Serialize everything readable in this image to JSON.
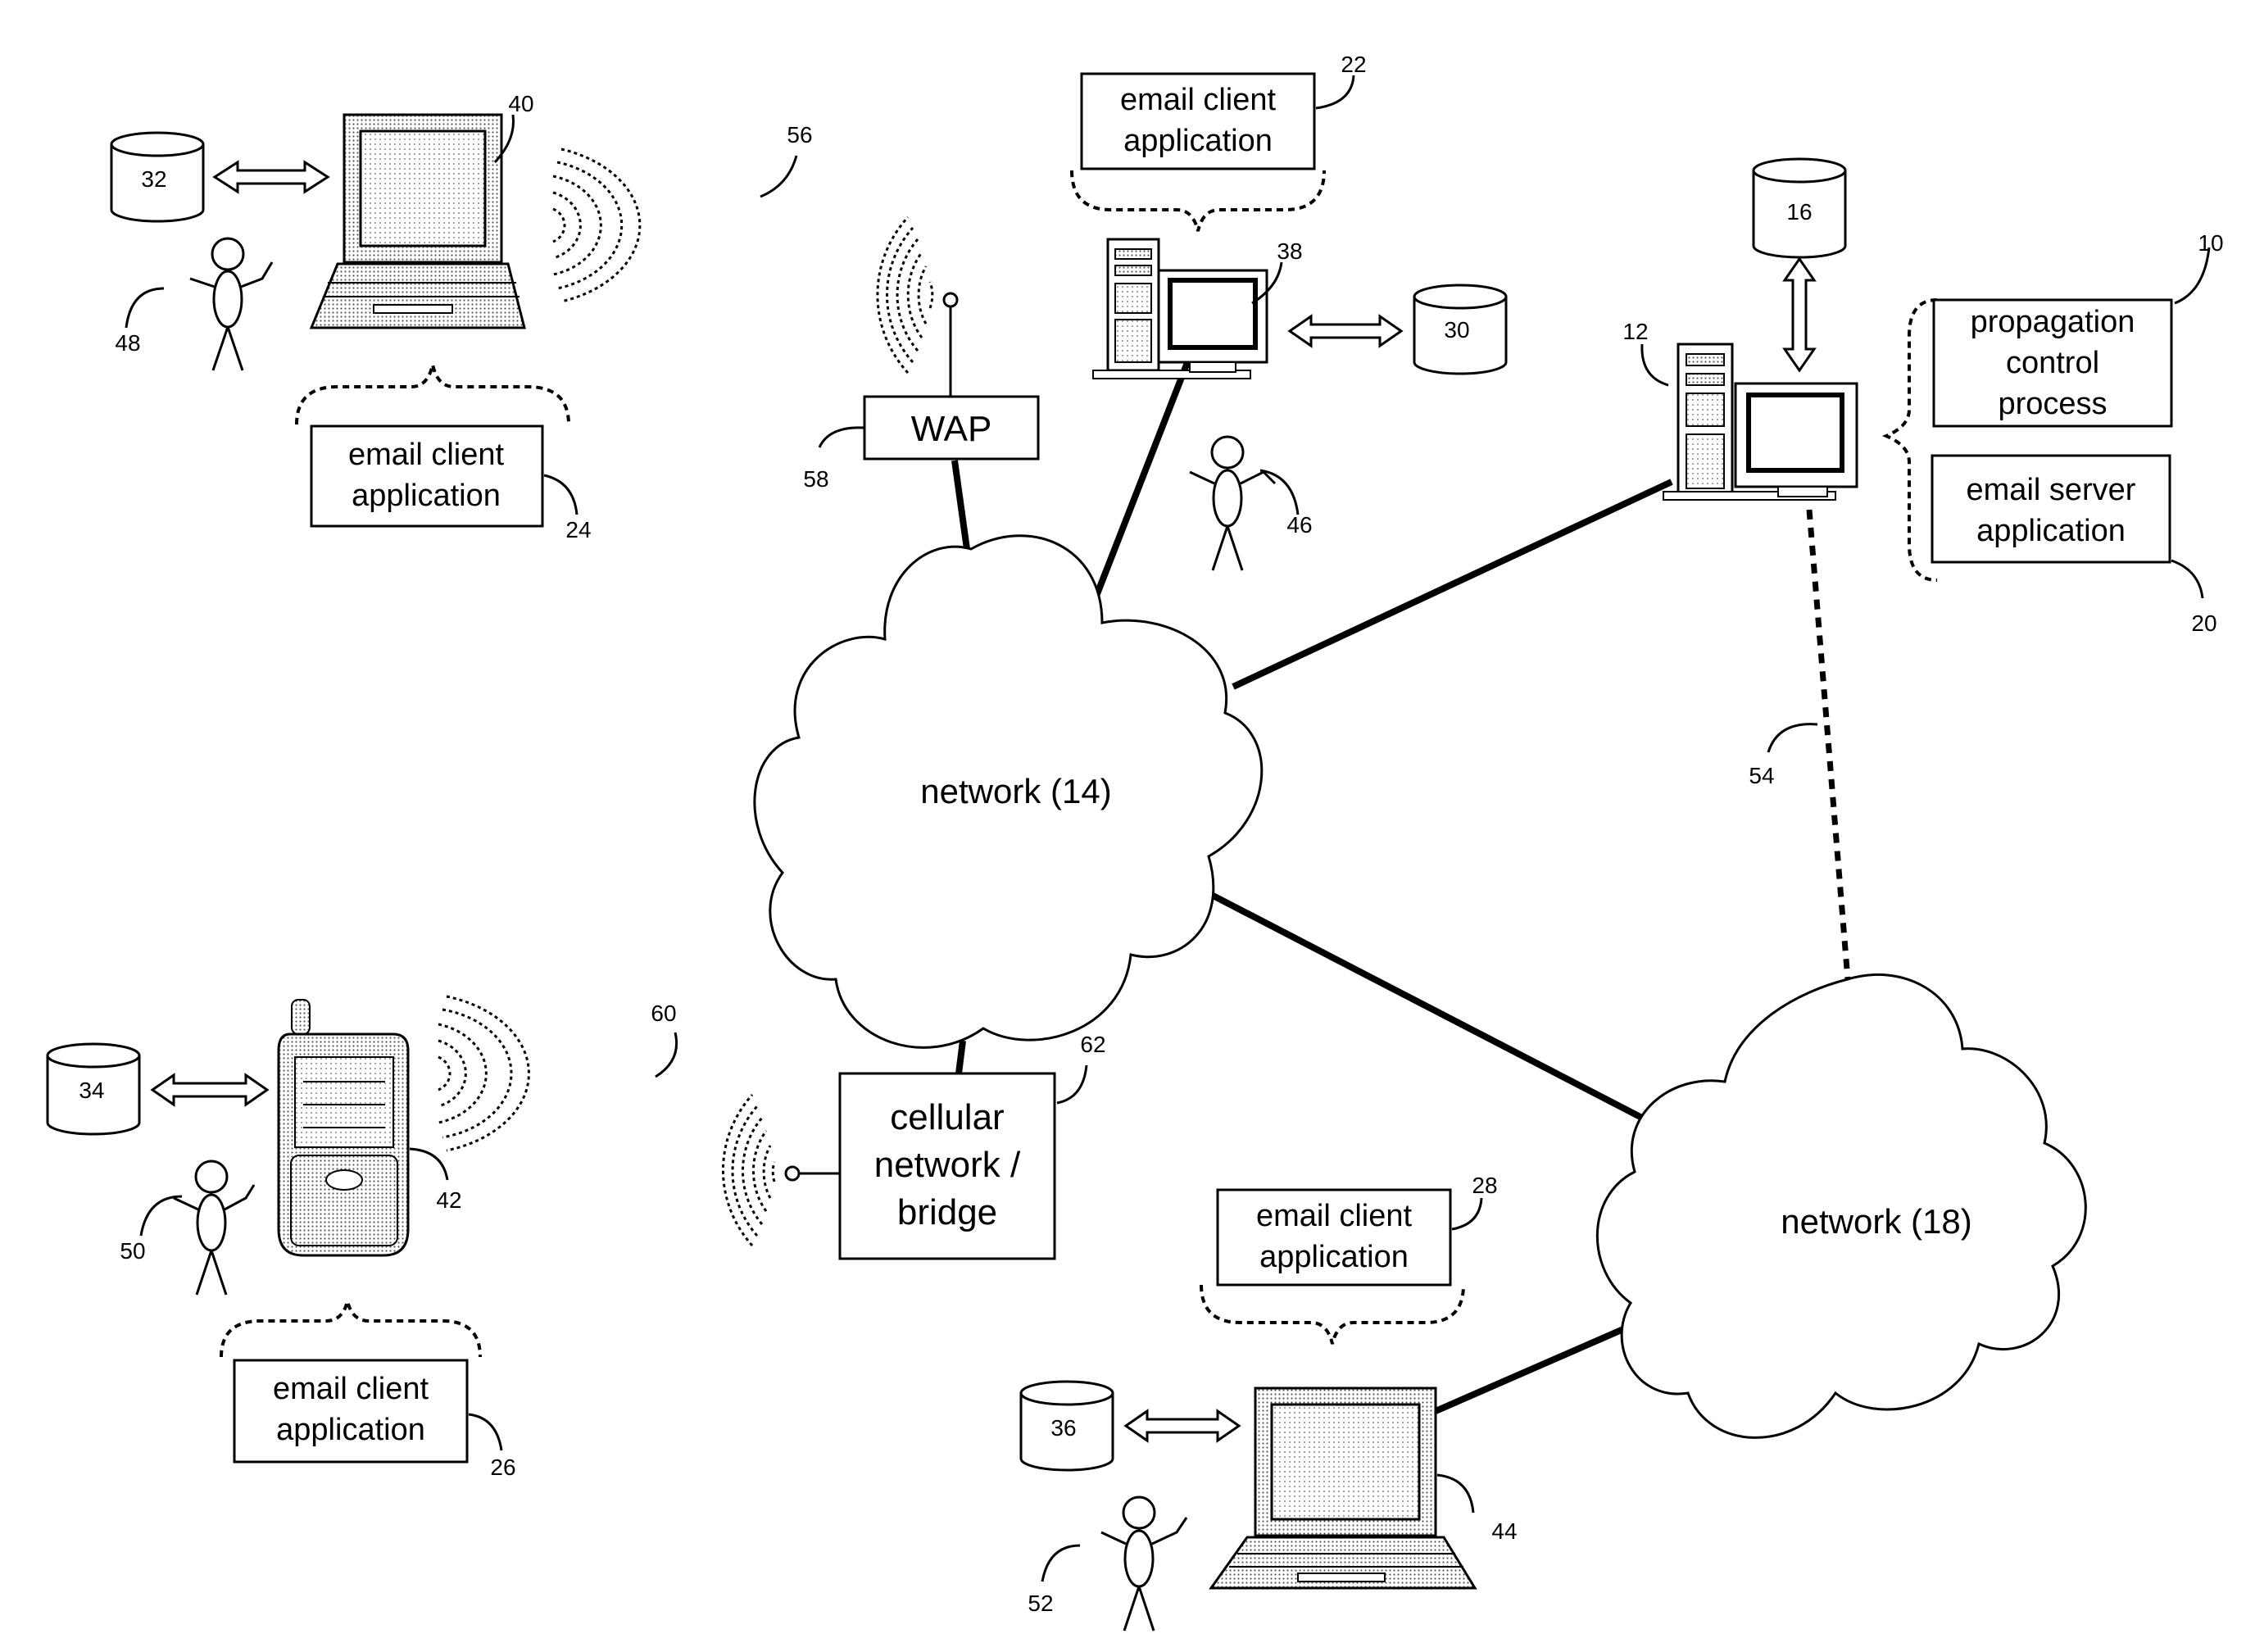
{
  "refs": {
    "r10": "10",
    "r12": "12",
    "r16": "16",
    "r20": "20",
    "r22": "22",
    "r24": "24",
    "r26": "26",
    "r28": "28",
    "r30": "30",
    "r32": "32",
    "r34": "34",
    "r36": "36",
    "r38": "38",
    "r40": "40",
    "r42": "42",
    "r44": "44",
    "r46": "46",
    "r48": "48",
    "r50": "50",
    "r52": "52",
    "r54": "54",
    "r56": "56",
    "r58": "58",
    "r60": "60",
    "r62": "62"
  },
  "boxes": {
    "email_client_1": "email client",
    "email_client_2": "application",
    "propagation_1": "propagation",
    "propagation_2": "control",
    "propagation_3": "process",
    "email_server_1": "email server",
    "email_server_2": "application",
    "wap": "WAP",
    "cellular_1": "cellular",
    "cellular_2": "network /",
    "cellular_3": "bridge"
  },
  "networks": {
    "n14": "network (14)",
    "n18": "network (18)"
  }
}
